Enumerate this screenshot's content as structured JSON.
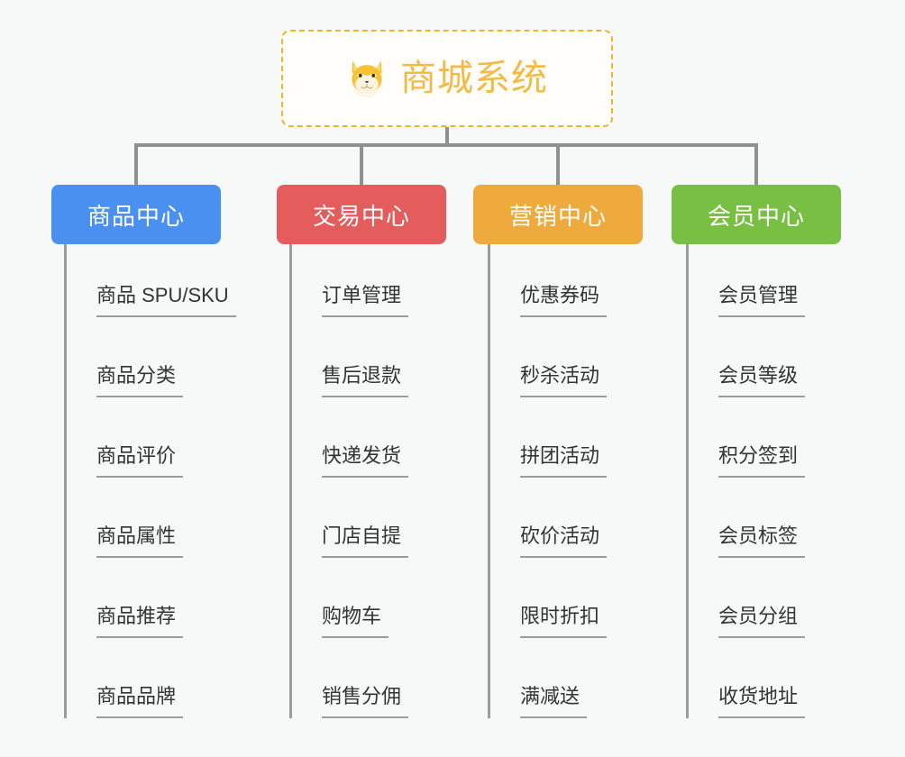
{
  "diagram": {
    "title": "商城系统",
    "root_icon": "shiba-dog-icon",
    "background_color": "#f7f8f8",
    "root_border_color": "#f0b429",
    "root_title_color": "#f5b945",
    "connector_color": "#8e9191",
    "columns": [
      {
        "header": "商品中心",
        "color": "#4a90f0",
        "items": [
          "商品 SPU/SKU",
          "商品分类",
          "商品评价",
          "商品属性",
          "商品推荐",
          "商品品牌"
        ]
      },
      {
        "header": "交易中心",
        "color": "#e55c5c",
        "items": [
          "订单管理",
          "售后退款",
          "快递发货",
          "门店自提",
          "购物车",
          "销售分佣"
        ]
      },
      {
        "header": "营销中心",
        "color": "#eeaa3c",
        "items": [
          "优惠券码",
          "秒杀活动",
          "拼团活动",
          "砍价活动",
          "限时折扣",
          "满减送"
        ]
      },
      {
        "header": "会员中心",
        "color": "#78c043",
        "items": [
          "会员管理",
          "会员等级",
          "积分签到",
          "会员标签",
          "会员分组",
          "收货地址"
        ]
      }
    ]
  }
}
